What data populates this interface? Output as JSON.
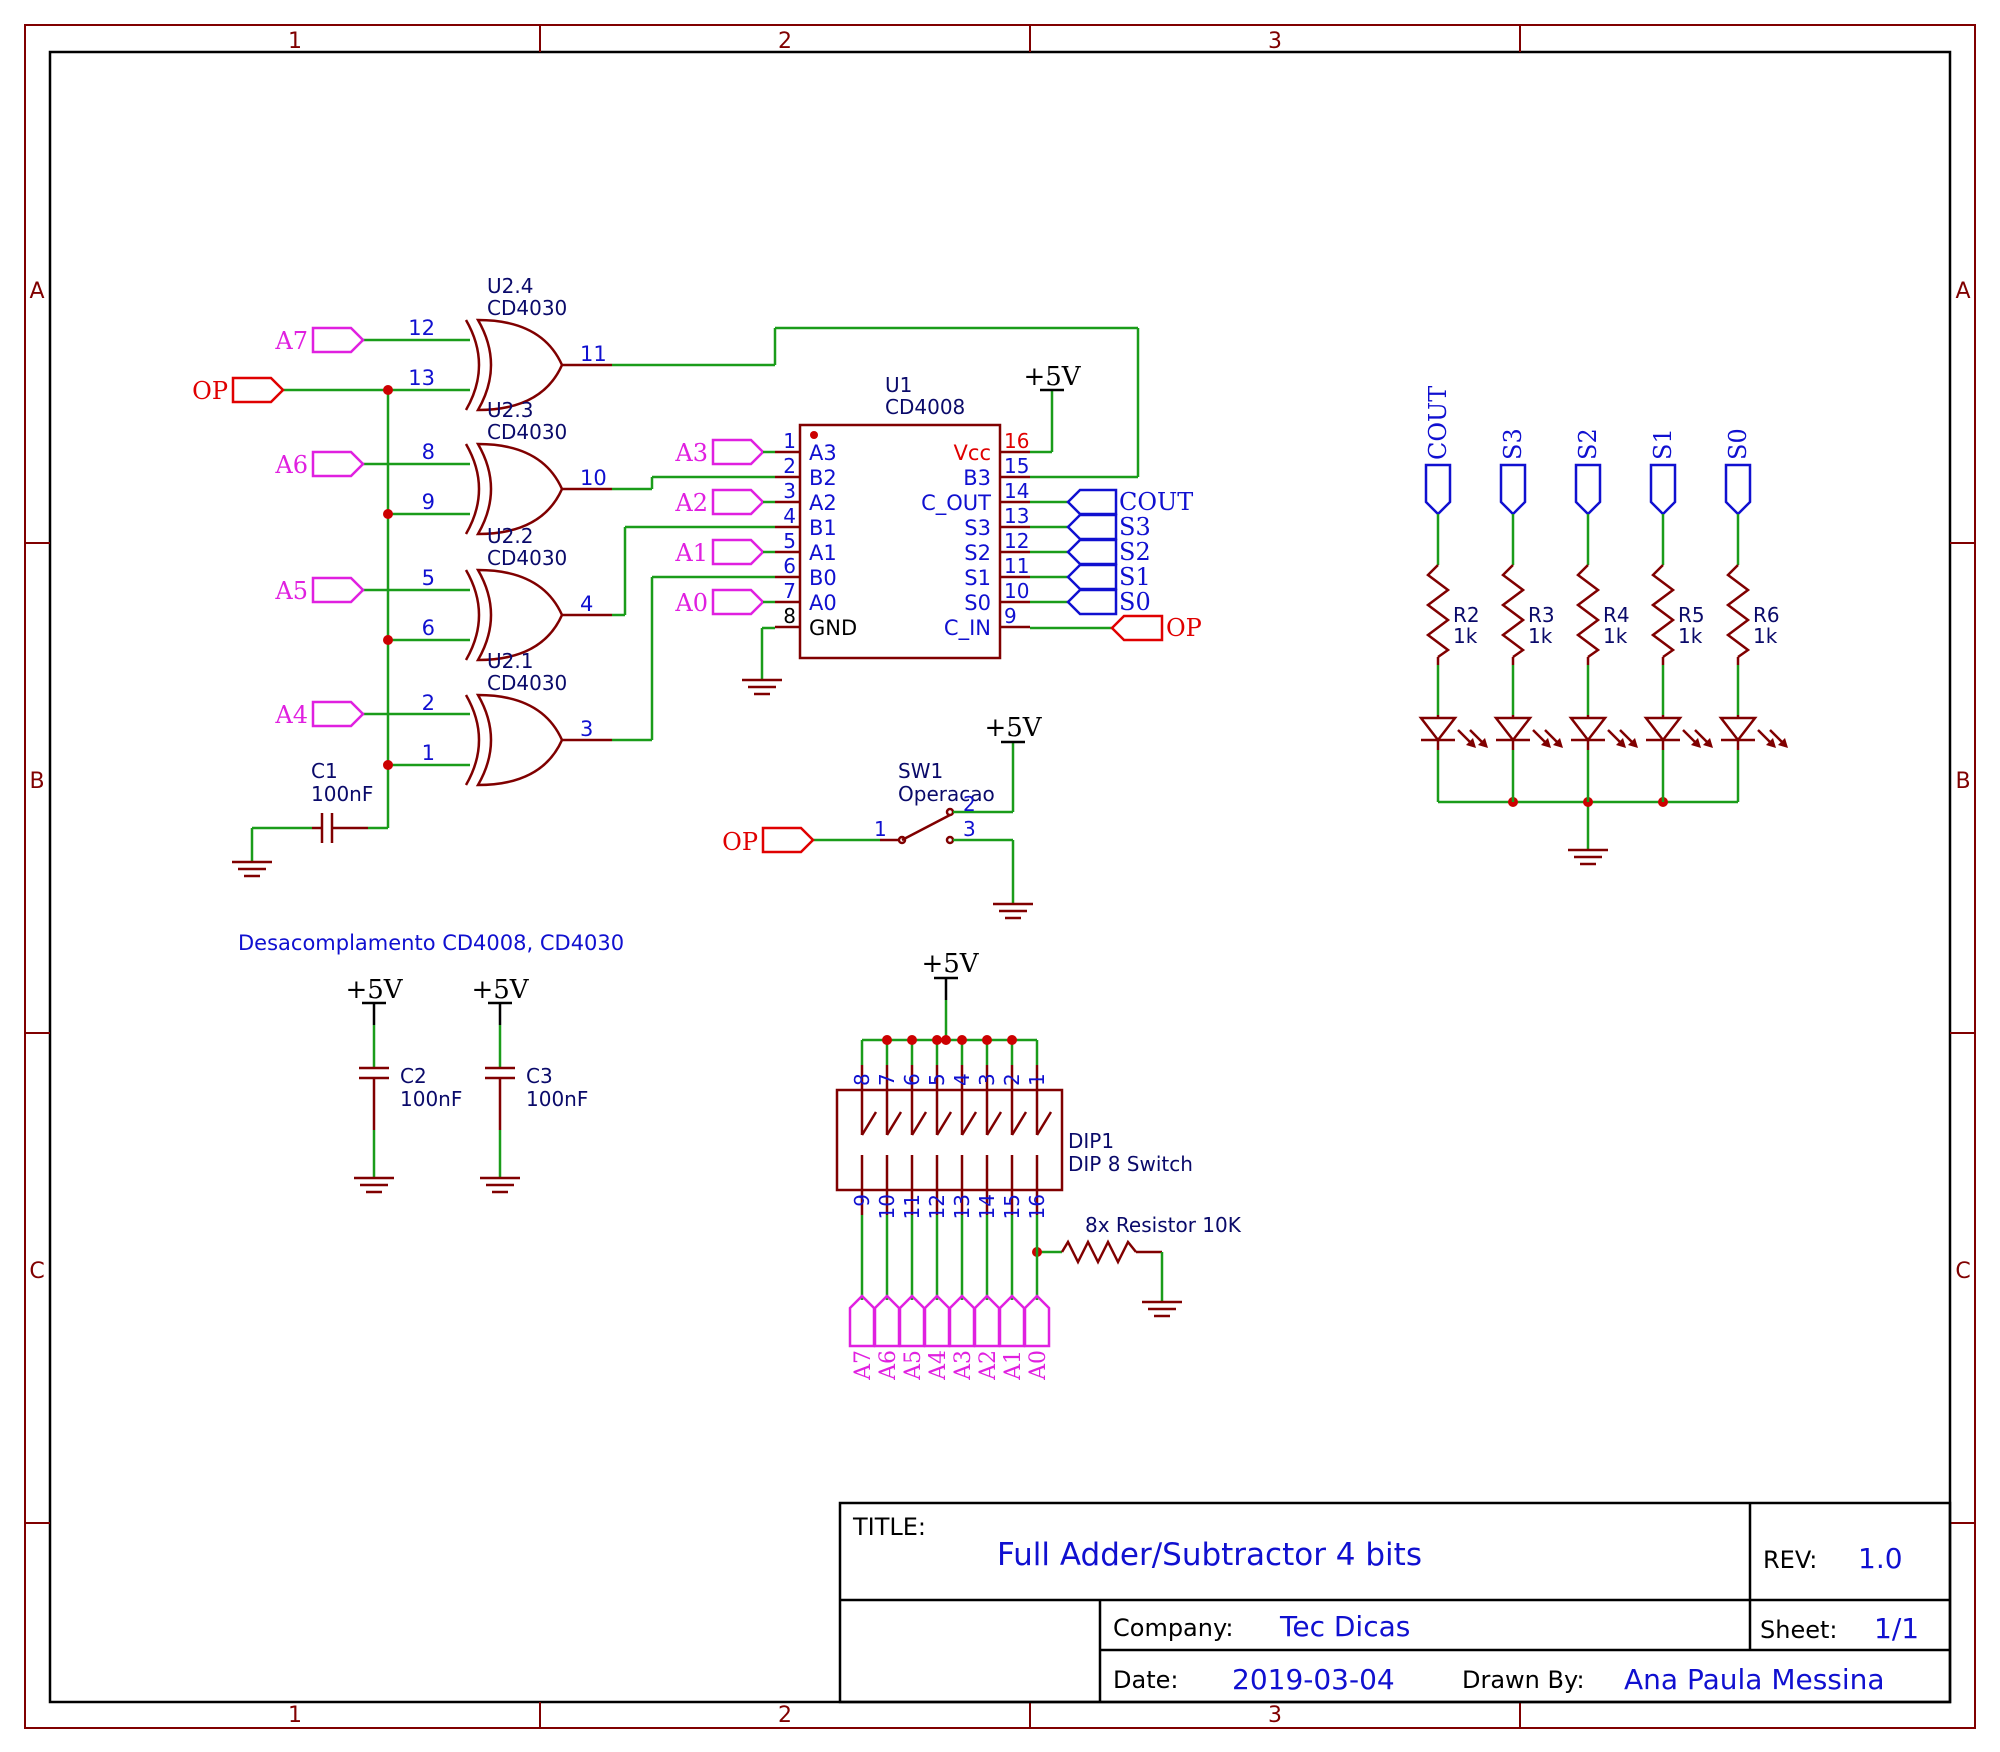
{
  "frame": {
    "col_labels": [
      "1",
      "2",
      "3"
    ],
    "row_labels": [
      "A",
      "B",
      "C"
    ]
  },
  "title_block": {
    "title_label": "TITLE:",
    "title": "Full Adder/Subtractor 4 bits",
    "rev_label": "REV:",
    "rev": "1.0",
    "company_label": "Company:",
    "company": "Tec Dicas",
    "sheet_label": "Sheet:",
    "sheet": "1/1",
    "date_label": "Date:",
    "date": "2019-03-04",
    "drawn_label": "Drawn By:",
    "drawn_by": "Ana Paula Messina"
  },
  "xor_gates": [
    {
      "ref": "U2.4",
      "value": "CD4030",
      "in1": "12",
      "in2": "13",
      "out": "11"
    },
    {
      "ref": "U2.3",
      "value": "CD4030",
      "in1": "8",
      "in2": "9",
      "out": "10"
    },
    {
      "ref": "U2.2",
      "value": "CD4030",
      "in1": "5",
      "in2": "6",
      "out": "4"
    },
    {
      "ref": "U2.1",
      "value": "CD4030",
      "in1": "2",
      "in2": "1",
      "out": "3"
    }
  ],
  "input_ports": {
    "gate_inputs": [
      "A7",
      "A6",
      "A5",
      "A4"
    ],
    "op": "OP",
    "adder_inputs": [
      "A3",
      "A2",
      "A1",
      "A0"
    ]
  },
  "u1": {
    "ref": "U1",
    "value": "CD4008",
    "left_pins": [
      {
        "num": "1",
        "name": "A3"
      },
      {
        "num": "2",
        "name": "B2"
      },
      {
        "num": "3",
        "name": "A2"
      },
      {
        "num": "4",
        "name": "B1"
      },
      {
        "num": "5",
        "name": "A1"
      },
      {
        "num": "6",
        "name": "B0"
      },
      {
        "num": "7",
        "name": "A0"
      },
      {
        "num": "8",
        "name": "GND"
      }
    ],
    "right_pins": [
      {
        "num": "16",
        "name": "Vcc"
      },
      {
        "num": "15",
        "name": "B3"
      },
      {
        "num": "14",
        "name": "C_OUT"
      },
      {
        "num": "13",
        "name": "S3"
      },
      {
        "num": "12",
        "name": "S2"
      },
      {
        "num": "11",
        "name": "S1"
      },
      {
        "num": "10",
        "name": "S0"
      },
      {
        "num": "9",
        "name": "C_IN"
      }
    ],
    "vcc": "+5V"
  },
  "output_ports": [
    "COUT",
    "S3",
    "S2",
    "S1",
    "S0"
  ],
  "cin_port": "OP",
  "c1": {
    "ref": "C1",
    "value": "100nF"
  },
  "decoupling": {
    "note": "Desacomplamento CD4008, CD4030",
    "c2": {
      "ref": "C2",
      "value": "100nF",
      "supply": "+5V"
    },
    "c3": {
      "ref": "C3",
      "value": "100nF",
      "supply": "+5V"
    }
  },
  "sw1": {
    "ref": "SW1",
    "value": "Operacao",
    "pin1": "1",
    "pin2": "2",
    "pin3": "3",
    "supply": "+5V",
    "port": "OP"
  },
  "leds": {
    "ports": [
      "COUT",
      "S3",
      "S2",
      "S1",
      "S0"
    ],
    "resistors": [
      {
        "ref": "R2",
        "value": "1k"
      },
      {
        "ref": "R3",
        "value": "1k"
      },
      {
        "ref": "R4",
        "value": "1k"
      },
      {
        "ref": "R5",
        "value": "1k"
      },
      {
        "ref": "R6",
        "value": "1k"
      }
    ]
  },
  "dip": {
    "ref": "DIP1",
    "value": "DIP 8 Switch",
    "supply": "+5V",
    "top_pins": [
      "8",
      "7",
      "6",
      "5",
      "4",
      "3",
      "2",
      "1"
    ],
    "bottom_pins": [
      "9",
      "10",
      "11",
      "12",
      "13",
      "14",
      "15",
      "16"
    ],
    "resistor_label": "8x Resistor 10K",
    "ports": [
      "A7",
      "A6",
      "A5",
      "A4",
      "A3",
      "A2",
      "A1",
      "A0"
    ]
  }
}
